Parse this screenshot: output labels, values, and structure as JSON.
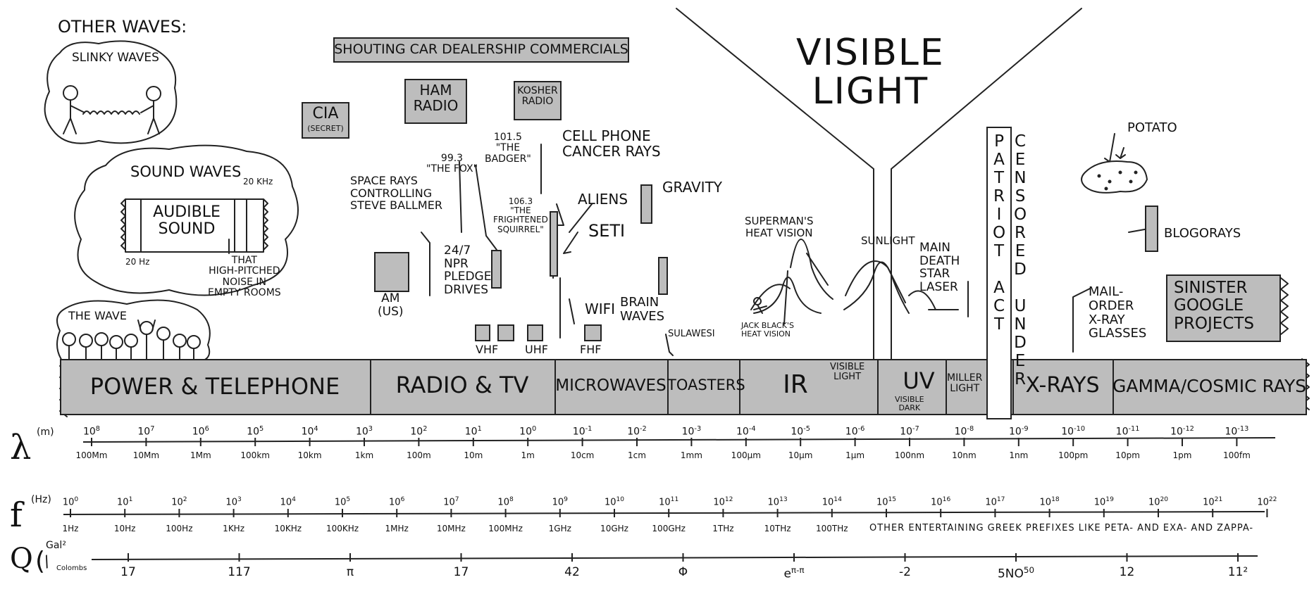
{
  "other_waves": {
    "heading": "OTHER WAVES:",
    "slinky": "SLINKY WAVES",
    "sound": {
      "title": "SOUND WAVES",
      "audible": "AUDIBLE\nSOUND",
      "low": "20 Hz",
      "high": "20 KHz",
      "note": "THAT\nHIGH-PITCHED\nNOISE IN\nEMPTY ROOMS"
    },
    "the_wave": "THE WAVE"
  },
  "labels": {
    "car_dealer": "SHOUTING CAR DEALERSHIP COMMERCIALS",
    "ham_radio": "HAM\nRADIO",
    "kosher_radio": "KOSHER\nRADIO",
    "cia": "CIA",
    "cia_secret": "(SECRET)",
    "cell_phone": "CELL PHONE\nCANCER RAYS",
    "fox": "99.3\n\"THE FOX\"",
    "badger": "101.5\n\"THE\nBADGER\"",
    "squirrel": "106.3\n\"THE\nFRIGHTENED\nSQUIRREL\"",
    "aliens": "ALIENS",
    "seti": "SETI",
    "gravity": "GRAVITY",
    "space_rays": "SPACE RAYS\nCONTROLLING\nSTEVE BALLMER",
    "npr": "24/7\nNPR\nPLEDGE\nDRIVES",
    "am": "AM\n(US)",
    "vhf": "VHF",
    "uhf": "UHF",
    "fhf": "FHF",
    "wifi": "WIFI",
    "brain_waves": "BRAIN\nWAVES",
    "sulawesi": "SULAWESI",
    "superman": "SUPERMAN'S\nHEAT VISION",
    "jack_black": "JACK BLACK'S\nHEAT VISION",
    "sunlight": "SUNLIGHT",
    "death_star": "MAIN\nDEATH\nSTAR\nLASER",
    "visible_light_title": "VISIBLE\nLIGHT",
    "censored": "CENSORED UNDER PATRIOT ACT",
    "potato": "POTATO",
    "blogorays": "BLOGORAYS",
    "mail_order": "MAIL-\nORDER\nX-RAY\nGLASSES",
    "sinister": "SINISTER\nGOOGLE\nPROJECTS",
    "visible_light_small": "VISIBLE\nLIGHT",
    "visible_dark": "VISIBLE\nDARK",
    "miller_light": "MILLER\nLIGHT"
  },
  "bands": [
    {
      "label": "POWER & TELEPHONE"
    },
    {
      "label": "RADIO & TV"
    },
    {
      "label": "MICROWAVES"
    },
    {
      "label": "TOASTERS"
    },
    {
      "label": "IR"
    },
    {
      "label": "UV"
    },
    {
      "label": "X-RAYS"
    },
    {
      "label": "GAMMA/COSMIC RAYS"
    }
  ],
  "scales": {
    "lambda": {
      "symbol": "λ",
      "unit": "(m)",
      "powers": [
        "10^8",
        "10^7",
        "10^6",
        "10^5",
        "10^4",
        "10^3",
        "10^2",
        "10^1",
        "10^0",
        "10^-1",
        "10^-2",
        "10^-3",
        "10^-4",
        "10^-5",
        "10^-6",
        "10^-7",
        "10^-8",
        "10^-9",
        "10^-10",
        "10^-11",
        "10^-12",
        "10^-13"
      ],
      "units": [
        "100Mm",
        "10Mm",
        "1Mm",
        "100km",
        "10km",
        "1km",
        "100m",
        "10m",
        "1m",
        "10cm",
        "1cm",
        "1mm",
        "100μm",
        "10μm",
        "1μm",
        "100nm",
        "10nm",
        "1nm",
        "100pm",
        "10pm",
        "1pm",
        "100fm"
      ]
    },
    "freq": {
      "symbol": "f",
      "unit": "(Hz)",
      "powers": [
        "10^0",
        "10^1",
        "10^2",
        "10^3",
        "10^4",
        "10^5",
        "10^6",
        "10^7",
        "10^8",
        "10^9",
        "10^10",
        "10^11",
        "10^12",
        "10^13",
        "10^14",
        "10^15",
        "10^16",
        "10^17",
        "10^18",
        "10^19",
        "10^20",
        "10^21",
        "10^22"
      ],
      "units": [
        "1Hz",
        "10Hz",
        "100Hz",
        "1KHz",
        "10KHz",
        "100KHz",
        "1MHz",
        "10MHz",
        "100MHz",
        "1GHz",
        "10GHz",
        "100GHz",
        "1THz",
        "10THz",
        "100THz"
      ],
      "greek_note": "OTHER ENTERTAINING GREEK PREFIXES LIKE PETA- AND EXA- AND ZAPPA-"
    },
    "q": {
      "symbol": "Q",
      "unit_top": "Gal²",
      "unit_bottom": "Colombs",
      "values": [
        "17",
        "117",
        "π",
        "17",
        "42",
        "Φ",
        "e^π-π",
        "-2",
        "5NO^50",
        "12",
        "11²"
      ]
    }
  }
}
